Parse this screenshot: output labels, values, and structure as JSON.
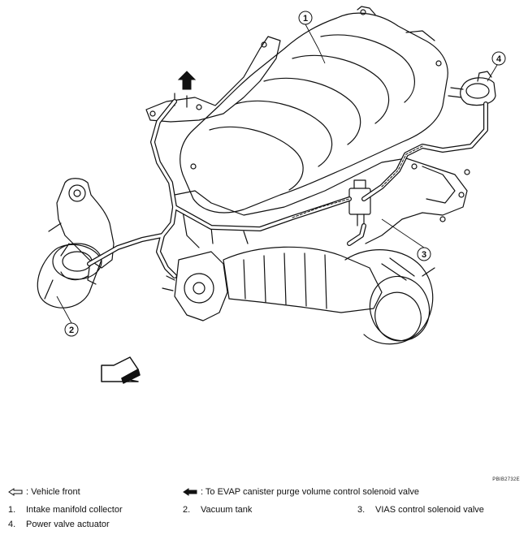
{
  "figure_code": "PBIB2732E",
  "callouts": [
    "1",
    "2",
    "3",
    "4"
  ],
  "legend": {
    "vehicle_front": ": Vehicle front",
    "evap": ": To EVAP canister purge volume control solenoid valve",
    "items": [
      {
        "num": "1.",
        "label": "Intake manifold collector"
      },
      {
        "num": "2.",
        "label": "Vacuum tank"
      },
      {
        "num": "3.",
        "label": "VIAS control solenoid valve"
      },
      {
        "num": "4.",
        "label": "Power valve actuator"
      }
    ]
  }
}
